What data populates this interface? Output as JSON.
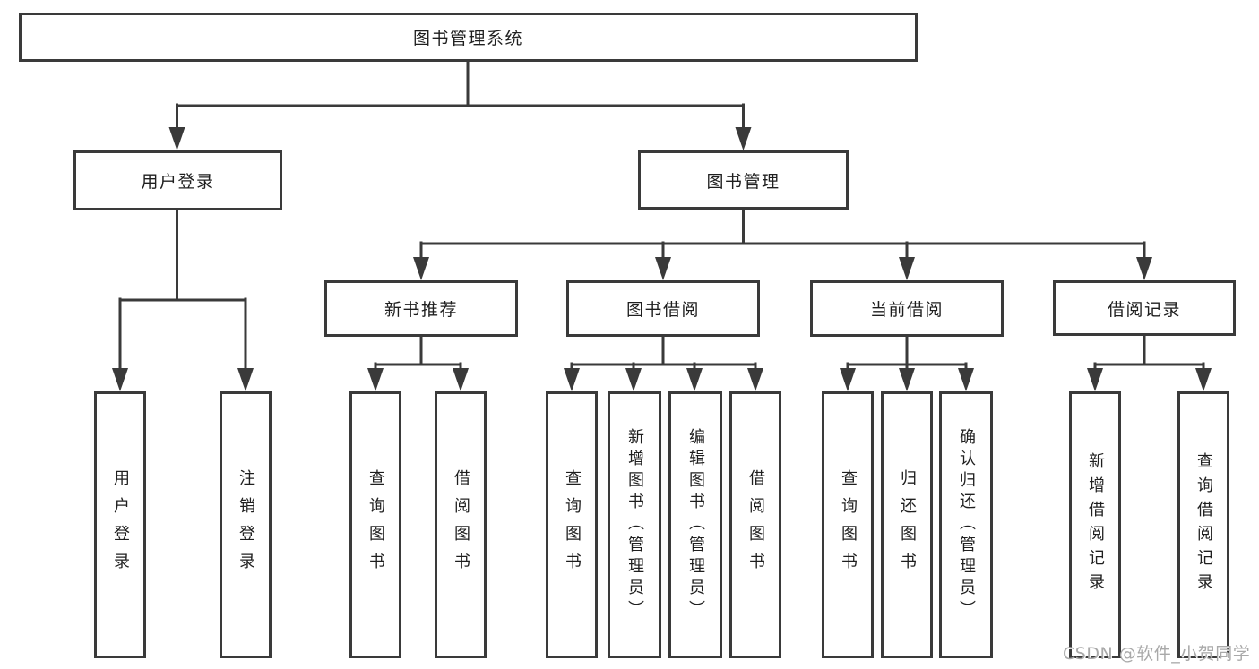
{
  "diagram": {
    "title": "图书管理系统",
    "branches": [
      {
        "label": "用户登录",
        "children": [
          {
            "label": "用户登录"
          },
          {
            "label": "注销登录"
          }
        ]
      },
      {
        "label": "图书管理",
        "children": [
          {
            "label": "新书推荐",
            "children": [
              {
                "label": "查询图书"
              },
              {
                "label": "借阅图书"
              }
            ]
          },
          {
            "label": "图书借阅",
            "children": [
              {
                "label": "查询图书"
              },
              {
                "label": "新增图书（管理员）"
              },
              {
                "label": "编辑图书（管理员）"
              },
              {
                "label": "借阅图书"
              }
            ]
          },
          {
            "label": "当前借阅",
            "children": [
              {
                "label": "查询图书"
              },
              {
                "label": "归还图书"
              },
              {
                "label": "确认归还（管理员）"
              }
            ]
          },
          {
            "label": "借阅记录",
            "children": [
              {
                "label": "新增借阅记录"
              },
              {
                "label": "查询借阅记录"
              }
            ]
          }
        ]
      }
    ]
  },
  "watermark": {
    "text": "CSDN @软件_小贺同学"
  },
  "colors": {
    "line": "#3a3a3a",
    "text": "#1f1f1f",
    "watermark": "#a9a9a9",
    "background": "#ffffff"
  }
}
